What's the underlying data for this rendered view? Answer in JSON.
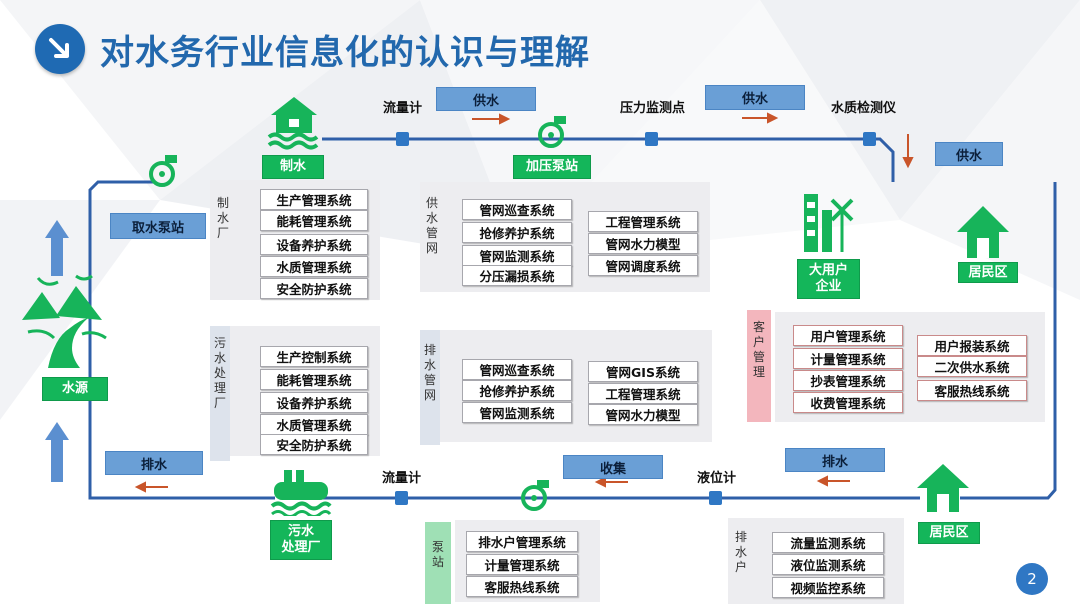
{
  "title": "对水务行业信息化的认识与理解",
  "page_number": "2",
  "colors": {
    "title": "#2268ad",
    "pipe": "#2f5fa8",
    "green": "#14b65a",
    "flow_box": "#6a9fd6",
    "arrow": "#c9552a",
    "customer_bar": "#f3b6bd"
  },
  "pipeline_labels": {
    "top_flowmeter": "流量计",
    "pressure_point": "压力监测点",
    "quality_meter": "水质检测仪",
    "bottom_flowmeter": "流量计",
    "level_meter": "液位计"
  },
  "flow_boxes": {
    "supply_1": "供水",
    "supply_2": "供水",
    "supply_3": "供水",
    "intake_pump": "取水泵站",
    "drain_left": "排水",
    "collect": "收集",
    "drain_right": "排水"
  },
  "facilities": {
    "water_plant": "制水",
    "booster_pump": "加压泵站",
    "water_source": "水源",
    "sewage_plant": "污水\n处理厂",
    "big_user": "大用户\n企业",
    "resident_top": "居民区",
    "resident_bottom": "居民区"
  },
  "panels": {
    "water_plant": {
      "label": "制水厂",
      "systems": [
        "生产管理系统",
        "能耗管理系统",
        "设备养护系统",
        "水质管理系统",
        "安全防护系统"
      ]
    },
    "supply_network": {
      "label": "供水管网",
      "systems_left": [
        "管网巡查系统",
        "抢修养护系统",
        "管网监测系统",
        "分压漏损系统"
      ],
      "systems_right": [
        "工程管理系统",
        "管网水力模型",
        "管网调度系统"
      ]
    },
    "sewage_plant": {
      "label": "污水处理厂",
      "systems": [
        "生产控制系统",
        "能耗管理系统",
        "设备养护系统",
        "水质管理系统",
        "安全防护系统"
      ]
    },
    "drain_network": {
      "label": "排水管网",
      "systems_left": [
        "管网巡查系统",
        "抢修养护系统",
        "管网监测系统"
      ],
      "systems_right": [
        "管网GIS系统",
        "工程管理系统",
        "管网水力模型"
      ]
    },
    "customer": {
      "label": "客户管理",
      "systems_left": [
        "用户管理系统",
        "计量管理系统",
        "抄表管理系统",
        "收费管理系统"
      ],
      "systems_right": [
        "用户报装系统",
        "二次供水系统",
        "客服热线系统"
      ]
    },
    "pump_station": {
      "label": "泵站",
      "systems": [
        "排水户管理系统",
        "计量管理系统",
        "客服热线系统"
      ]
    },
    "drain_user": {
      "label": "排水户",
      "systems": [
        "流量监测系统",
        "液位监测系统",
        "视频监控系统"
      ]
    }
  }
}
